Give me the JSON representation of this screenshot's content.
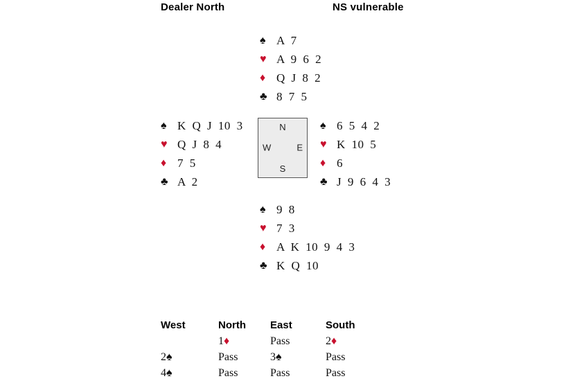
{
  "header": {
    "dealer": "Dealer North",
    "vulnerability": "NS vulnerable"
  },
  "suit_symbols": {
    "spade": "♠",
    "heart": "♥",
    "diamond": "♦",
    "club": "♣"
  },
  "colors": {
    "red_suit": "#c8102e",
    "black_suit": "#111111",
    "compass_fill": "#ececec"
  },
  "hands": {
    "north": {
      "spades": "A 7",
      "hearts": "A 9 6 2",
      "diamonds": "Q J 8 2",
      "clubs": "8 7 5"
    },
    "west": {
      "spades": "K Q J 10 3",
      "hearts": "Q J 8 4",
      "diamonds": "7 5",
      "clubs": "A 2"
    },
    "east": {
      "spades": "6 5 4 2",
      "hearts": "K 10 5",
      "diamonds": "6",
      "clubs": "J 9 6 4 3"
    },
    "south": {
      "spades": "9 8",
      "hearts": "7 3",
      "diamonds": "A K 10 9 4 3",
      "clubs": "K Q 10"
    }
  },
  "compass": {
    "n": "N",
    "e": "E",
    "s": "S",
    "w": "W"
  },
  "auction": {
    "headers": [
      "West",
      "North",
      "East",
      "South"
    ],
    "rows": [
      [
        "",
        "1♦",
        "Pass",
        "2♦"
      ],
      [
        "2♠",
        "Pass",
        "3♠",
        "Pass"
      ],
      [
        "4♠",
        "Pass",
        "Pass",
        "Pass"
      ]
    ]
  }
}
